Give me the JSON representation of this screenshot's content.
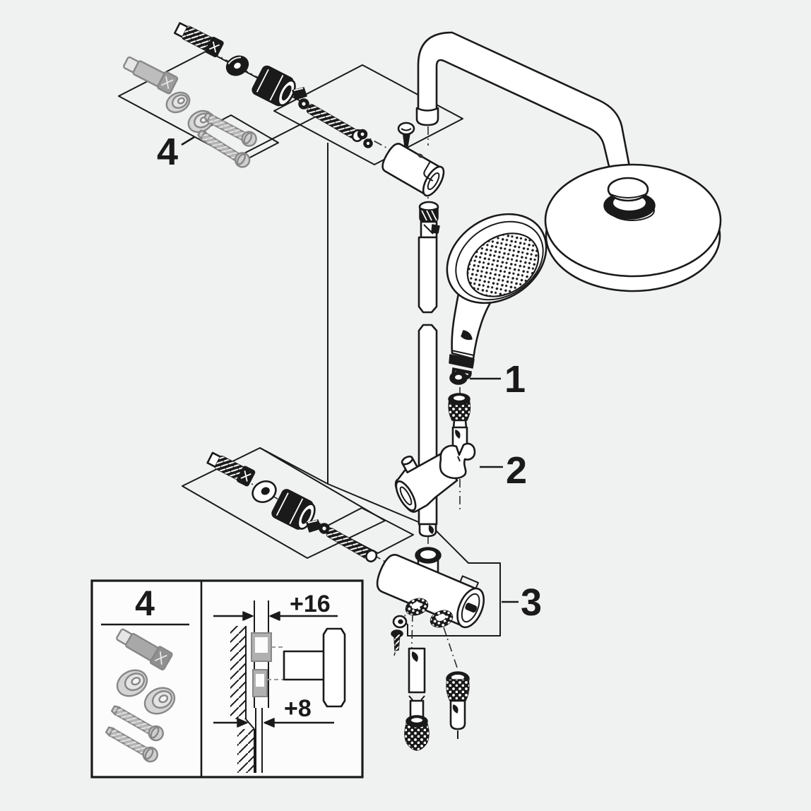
{
  "colors": {
    "background": "#f0f1f1",
    "ink": "#1a1a1a",
    "gray_part_stroke": "#878787",
    "gray_part_fill": "#c6c6c6",
    "inset_background": "#fcfcfc"
  },
  "callouts": {
    "seal": {
      "label": "1"
    },
    "holder": {
      "label": "2"
    },
    "diverter": {
      "label": "3"
    },
    "mounting_kit": {
      "label": "4"
    }
  },
  "inset": {
    "kit_label": "4",
    "dimension_top": "+16",
    "dimension_bottom": "+8"
  }
}
